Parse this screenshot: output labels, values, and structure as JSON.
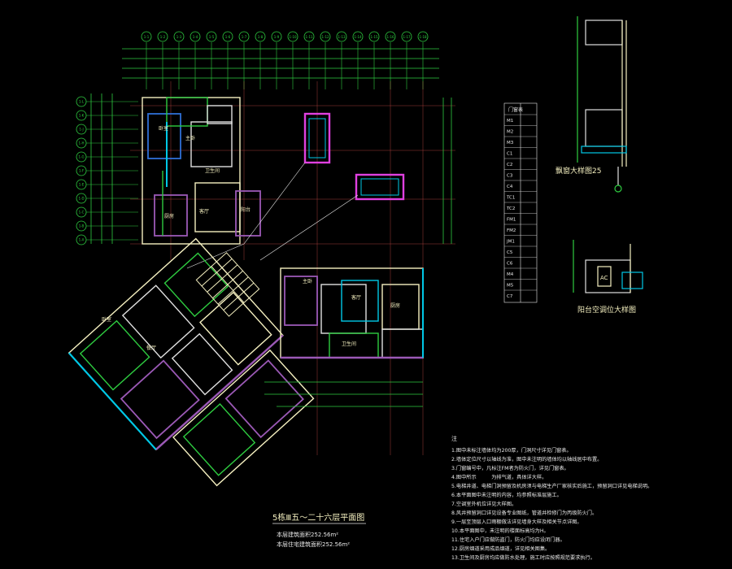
{
  "drawing": {
    "plan_title": "5栋Ⅲ五～二十六层平面图",
    "area_line_1": "本层建筑面积252.56m²",
    "area_line_2": "本层住宅建筑面积252.56m²",
    "detail_title_1": "飘窗大样图25",
    "detail_title_2": "阳台空调位大样图",
    "ac_label": "AC"
  },
  "grid_top": [
    "1-1",
    "1-2",
    "1-3",
    "1-4",
    "1-5",
    "1-6",
    "1-7",
    "1-8",
    "1-9",
    "1-10",
    "1-11",
    "1-12",
    "1-13",
    "1-14",
    "1-15",
    "1-16",
    "1-17",
    "1-18"
  ],
  "grid_left": [
    "1-L",
    "1-K",
    "1-J",
    "1-H",
    "1-G",
    "1-F",
    "1-E",
    "1-D",
    "1-C",
    "1-B",
    "1-A"
  ],
  "rooms": {
    "r1": "主卧",
    "r2": "客厅",
    "r3": "卧室",
    "r4": "厨房",
    "r5": "卫生间",
    "r6": "阳台",
    "r7": "餐厅",
    "r8": "卧室",
    "r9": "主卧",
    "r10": "客厅",
    "r11": "厨房",
    "r12": "卫生间"
  },
  "legend": {
    "header": "门窗表",
    "rows": [
      "M1",
      "M2",
      "M3",
      "C1",
      "C2",
      "C3",
      "C4",
      "TC1",
      "TC2",
      "FM1",
      "FM2",
      "JM1",
      "C5",
      "C6",
      "M4",
      "M5",
      "C7"
    ]
  },
  "notes": {
    "heading": "注",
    "lines": [
      "1.图中未标注墙体均为200厚，门洞尺寸详见门窗表。",
      "2.墙体定位尺寸以轴线为准，图中未注明的墙体均以轴线居中布置。",
      "3.门窗编号中，凡标注FM者为防火门，详见门窗表。",
      "4.图中所示　　　为排气道，具体详大样。",
      "5.电梯井道、电梯门洞预留及机房须与电梯生产厂家核实后施工，预留洞口详见电梯说明。",
      "6.本平面图中未注明的内容，均参照标准层施工。",
      "7.空调室外机位详见大样图。",
      "8.风井预留洞口详见设备专业图纸，管道井检修门为丙级防火门。",
      "9.一层至顶层入口雨棚做法详见墙身大样及相关节点详图。",
      "10.本平面图中，未注明的楼面标高均为H。",
      "11.住宅入户门应做防盗门，防火门均应设闭门器。",
      "12.厨房烟道采用成品烟道，详见相关图集。",
      "13.卫生间及厨房均应做防水处理，施工时应按照规范要求执行。"
    ]
  }
}
